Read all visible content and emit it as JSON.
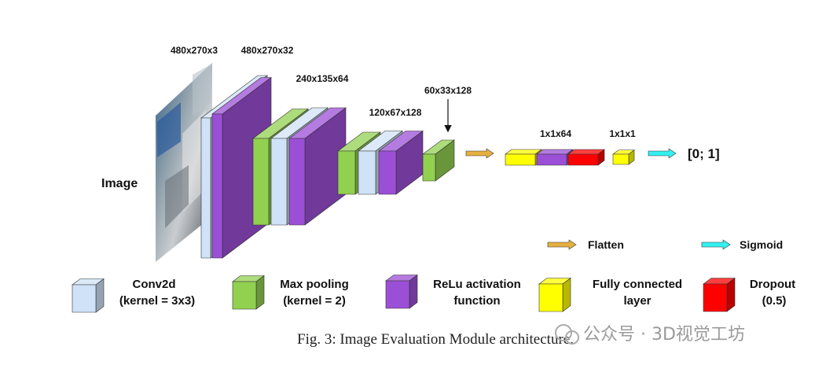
{
  "input_label": "Image",
  "dims": {
    "input": "480x270x3",
    "conv1": "480x270x32",
    "block2": "240x135x64",
    "block3": "120x67x128",
    "pool_out": "60x33x128",
    "fc1": "1x1x64",
    "fc2": "1x1x1"
  },
  "output": "[0; 1]",
  "legend": {
    "flatten": "Flatten",
    "sigmoid": "Sigmoid",
    "conv_line1": "Conv2d",
    "conv_line2": "(kernel = 3x3)",
    "pool_line1": "Max pooling",
    "pool_line2": "(kernel = 2)",
    "relu_line1": "ReLu activation",
    "relu_line2": "function",
    "fc_line1": "Fully connected",
    "fc_line2": "layer",
    "dropout_line1": "Dropout",
    "dropout_line2": "(0.5)"
  },
  "caption": "Fig. 3: Image Evaluation Module architecture.",
  "watermark": "公众号 · 3D视觉工坊",
  "colors": {
    "conv": "#cfe2f7",
    "pool": "#92d050",
    "relu": "#9b4fd6",
    "fc": "#ffff00",
    "dropout": "#ff0000",
    "flatten_arrow": "#e6b040",
    "sigmoid_arrow": "#33f0f0"
  }
}
